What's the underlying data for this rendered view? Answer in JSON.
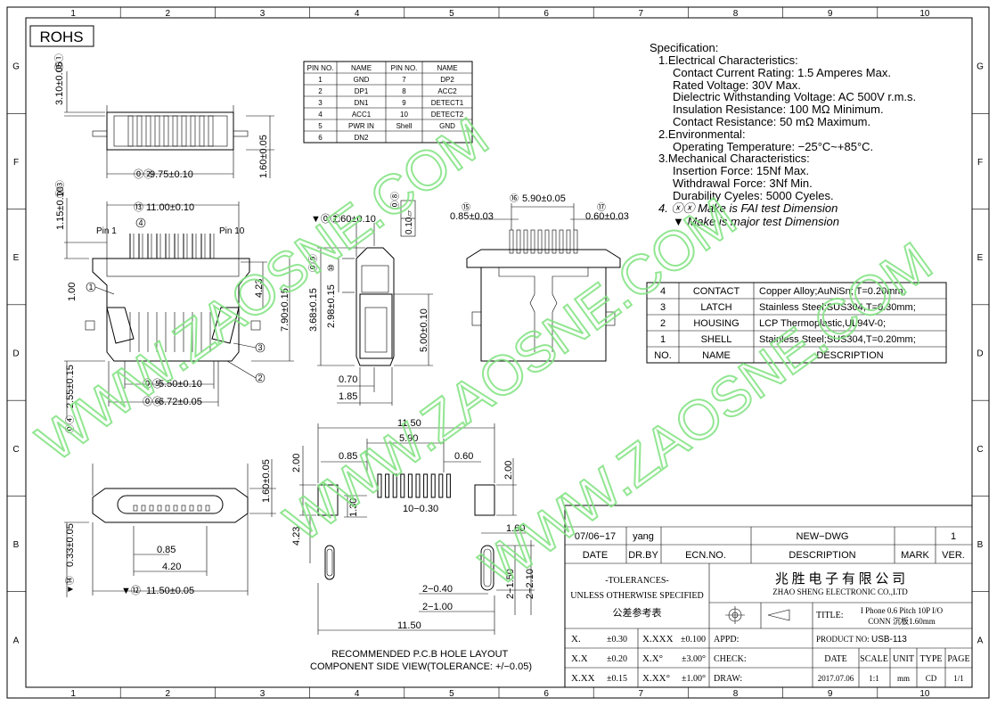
{
  "frame": {
    "top_numbers": [
      "1",
      "2",
      "3",
      "4",
      "5",
      "6",
      "7",
      "8",
      "9",
      "10"
    ],
    "side_letters": [
      "G",
      "F",
      "E",
      "D",
      "C",
      "B",
      "A"
    ]
  },
  "rohs": "ROHS",
  "pin_table": {
    "headers": [
      "PIN NO.",
      "NAME",
      "PIN NO.",
      "NAME"
    ],
    "rows": [
      [
        "1",
        "GND",
        "7",
        "DP2"
      ],
      [
        "2",
        "DP1",
        "8",
        "ACC2"
      ],
      [
        "3",
        "DN1",
        "9",
        "DETECT1"
      ],
      [
        "4",
        "ACC1",
        "10",
        "DETECT2"
      ],
      [
        "5",
        "PWR IN",
        "Shell",
        "GND"
      ],
      [
        "6",
        "DN2",
        "",
        ""
      ]
    ]
  },
  "spec": {
    "title": "Specification:",
    "lines": [
      "1.Electrical Characteristics:",
      "Contact Current Rating: 1.5 Amperes Max.",
      "Rated Voltage:   30V Max.",
      "Dielectric Withstanding Voltage: AC 500V r.m.s.",
      "Insulation Resistance: 100 MΩ Minimum.",
      "Contact Resistance: 50 mΩ Maximum.",
      "2.Environmental:",
      "Operating Temperature: −25°C~+85°C.",
      "3.Mechanical Characteristics:",
      "Insertion Force: 15Nf Max.",
      "Withdrawal Force: 3Nf Min.",
      "Durability Cyeles: 5000 Cyeles.",
      "4. ⓧⓧ Make is FAI test Dimension",
      "▼ Make is major test Dimension"
    ]
  },
  "bom": {
    "rows": [
      [
        "4",
        "CONTACT",
        "Copper Alloy;AuNiSn; T=0.20mm;"
      ],
      [
        "3",
        "LATCH",
        "Stainless Steel;SUS304,T=0.30mm;"
      ],
      [
        "2",
        "HOUSING",
        "LCP Thermoplastic,UL94V-0;"
      ],
      [
        "1",
        "SHELL",
        "Stainless Steel;SUS304,T=0.20mm;"
      ]
    ],
    "header": [
      "NO.",
      "NAME",
      "DESCRIPTION"
    ]
  },
  "dims": {
    "d01": "3.10±0.05",
    "d01_tag": "01",
    "d02": "9.75±0.10",
    "d02_tag": "02",
    "h160": "1.60±0.05",
    "d03": "1.15±0.10",
    "d03_tag": "03",
    "d13": "11.00±0.10",
    "d13_tag": "13",
    "pin1": "Pin 1",
    "pin10": "Pin 10",
    "n4": "4",
    "n1": "1",
    "n2": "2",
    "n3": "3",
    "d100": "1.00",
    "d423": "4.23",
    "d790": "7.90±0.15",
    "d05": "5.50±0.10",
    "d05_tag": "05",
    "d06": "6.72±0.05",
    "d06_tag": "06",
    "d04": "2.55±0.15",
    "d04_tag": "04",
    "d07": "1.60±0.10",
    "d07_tag": "07",
    "d08": "0.10",
    "d08_tag": "08",
    "d09": "3.68±0.15",
    "d09_tag": "09",
    "d10": "2.98±0.15",
    "d10_tag": "10",
    "d11": "5.00±0.10",
    "d11_tag": "11",
    "d070": "0.70",
    "d185": "1.85",
    "d15": "0.85±0.03",
    "d15_tag": "15",
    "d16": "5.90±0.05",
    "d16_tag": "16",
    "d17": "0.60±0.03",
    "d17_tag": "17",
    "d14": "0.33±0.05",
    "d14_tag": "14",
    "d12": "11.50±0.05",
    "d12_tag": "12",
    "f085": "0.85",
    "f420": "4.20",
    "f160": "1.60±0.05",
    "p1150": "11.50",
    "p590": "5.90",
    "p085": "0.85",
    "p060": "0.60",
    "p200a": "2.00",
    "p200b": "2.00",
    "p130": "1.30",
    "p1030": "10−0.30",
    "p423": "4.23",
    "p160": "1.60",
    "p240": "2−0.40",
    "p2100": "2−1.00",
    "p2150": "2−1.50",
    "p2210": "2−2.10",
    "p1150b": "11.50",
    "pcb_note1": "RECOMMENDED P.C.B HOLE LAYOUT",
    "pcb_note2": "COMPONENT SIDE VIEW(TOLERANCE: +/−0.05)"
  },
  "watermark": "WWW.ZAOSNE.COM",
  "title_block": {
    "rev_date": "07/06−17",
    "rev_by": "yang",
    "rev_desc": "NEW−DWG",
    "rev_ver": "1",
    "hdr_date": "DATE",
    "hdr_drby": "DR.BY",
    "hdr_ecn": "ECN.NO.",
    "hdr_desc": "DESCRIPTION",
    "hdr_mark": "MARK",
    "hdr_ver": "VER.",
    "tol_title": "-TOLERANCES-",
    "tol_line": "UNLESS OTHERWISE SPECIFIED",
    "tol_cn": "公差参考表",
    "company_cn": "兆 胜 电 子 有 限 公 司",
    "company_en": "ZHAO SHENG ELECTRONIC CO.,LTD",
    "title_label": "TITLE:",
    "title_l1": "I Phone  0.6 Pitch 10P I/O",
    "title_l2": "CONN  沉板1.60mm",
    "product_label": "PRODUCT NO:",
    "product_no": "USB-113",
    "tol": [
      [
        "X.",
        "±0.30",
        "X.XXX",
        "±0.100"
      ],
      [
        "X.X",
        "±0.20",
        "X.X°",
        "±3.00°"
      ],
      [
        "X.XX",
        "±0.15",
        "X.XX°",
        "±1.00°"
      ]
    ],
    "appd": "APPD:",
    "check": "CHECK:",
    "draw": "DRAW:",
    "f_date": "DATE",
    "f_scale": "SCALE",
    "f_unit": "UNIT",
    "f_type": "TYPE",
    "f_page": "PAGE",
    "v_date": "2017.07.06",
    "v_scale": "1:1",
    "v_unit": "mm",
    "v_type": "CD",
    "v_page": "1/1"
  }
}
